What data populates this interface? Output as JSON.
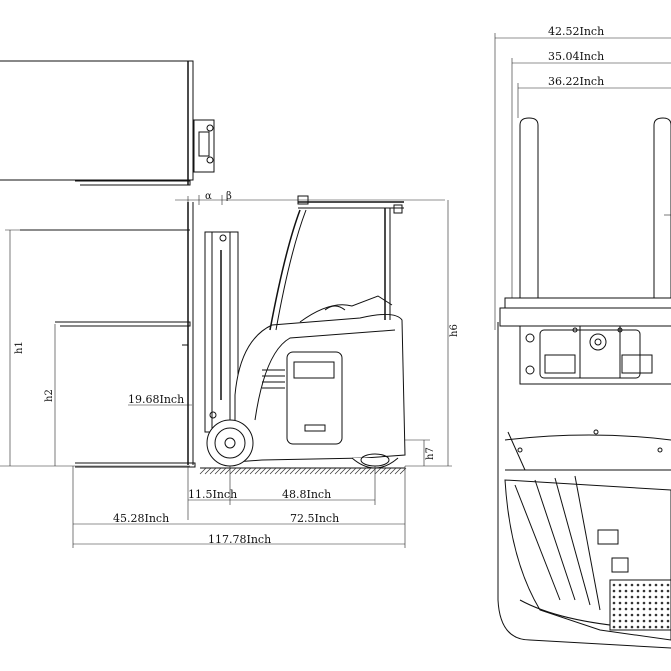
{
  "side_view": {
    "dimensions": {
      "fork_height_at_load": "19.68Inch",
      "fork_to_front_axle": "11.5Inch",
      "wheelbase": "48.8Inch",
      "load_center": "45.28Inch",
      "length_to_fork_face": "72.5Inch",
      "overall_length": "117.78Inch"
    },
    "labels": {
      "h1": "h1",
      "h2": "h2",
      "h6": "h6",
      "h7": "h7",
      "alpha": "α",
      "beta": "β"
    }
  },
  "front_view": {
    "dimensions": {
      "overall_width": "42.52Inch",
      "tread_width": "35.04Inch",
      "fork_spread": "36.22Inch"
    }
  }
}
